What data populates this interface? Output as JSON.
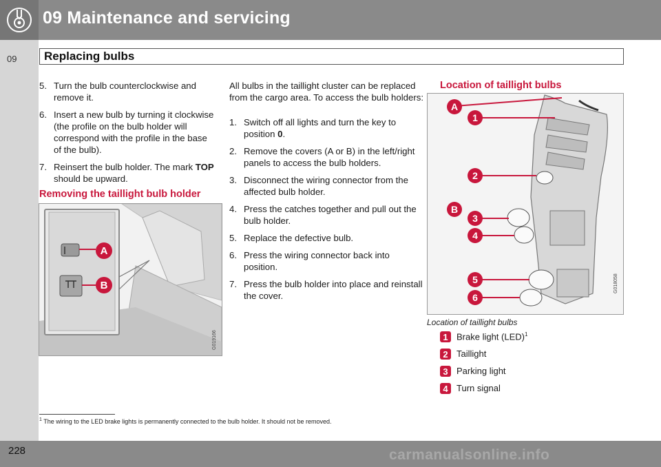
{
  "header": {
    "chapter_title": "09 Maintenance and servicing",
    "side_tab": "09",
    "icon": "wrench-gear-icon"
  },
  "section": {
    "title": "Replacing bulbs"
  },
  "column1": {
    "steps": [
      {
        "num": "5.",
        "text": "Turn the bulb counterclockwise and remove it."
      },
      {
        "num": "6.",
        "text": "Insert a new bulb by turning it clockwise (the profile on the bulb holder will correspond with the profile in the base of the bulb)."
      },
      {
        "num": "7.",
        "text_before": "Reinsert the bulb holder. The mark ",
        "text_bold": "TOP",
        "text_after": " should be upward."
      }
    ],
    "heading": "Removing the taillight bulb holder",
    "figure": {
      "code": "G019166",
      "labels": [
        "A",
        "B"
      ]
    }
  },
  "column2": {
    "intro": "All bulbs in the taillight cluster can be replaced from the cargo area. To access the bulb holders:",
    "steps": [
      {
        "num": "1.",
        "text_before": "Switch off all lights and turn the key to position ",
        "text_bold": "0",
        "text_after": "."
      },
      {
        "num": "2.",
        "text": "Remove the covers (A or B) in the left/right panels to access the bulb holders."
      },
      {
        "num": "3.",
        "text": "Disconnect the wiring connector from the affected bulb holder."
      },
      {
        "num": "4.",
        "text": "Press the catches together and pull out the bulb holder."
      },
      {
        "num": "5.",
        "text": "Replace the defective bulb."
      },
      {
        "num": "6.",
        "text": "Press the wiring connector back into position."
      },
      {
        "num": "7.",
        "text": "Press the bulb holder into place and reinstall the cover."
      }
    ]
  },
  "column3": {
    "heading": "Location of taillight bulbs",
    "figure": {
      "code": "G018058",
      "labels": [
        "A",
        "1",
        "2",
        "B",
        "3",
        "4",
        "5",
        "6"
      ]
    },
    "caption": "Location of taillight bulbs",
    "legend": [
      {
        "num": "1",
        "label": "Brake light (LED)",
        "sup": "1"
      },
      {
        "num": "2",
        "label": "Taillight"
      },
      {
        "num": "3",
        "label": "Parking light"
      },
      {
        "num": "4",
        "label": "Turn signal"
      }
    ]
  },
  "footnote": {
    "marker": "1",
    "text": "The wiring to the LED brake lights is permanently connected to the bulb holder. It should not be removed."
  },
  "footer": {
    "page_number": "228",
    "watermark": "carmanualsonline.info"
  },
  "colors": {
    "accent": "#c8173c",
    "header_gray": "#8a8a8a",
    "side_gray": "#d6d6d6"
  }
}
